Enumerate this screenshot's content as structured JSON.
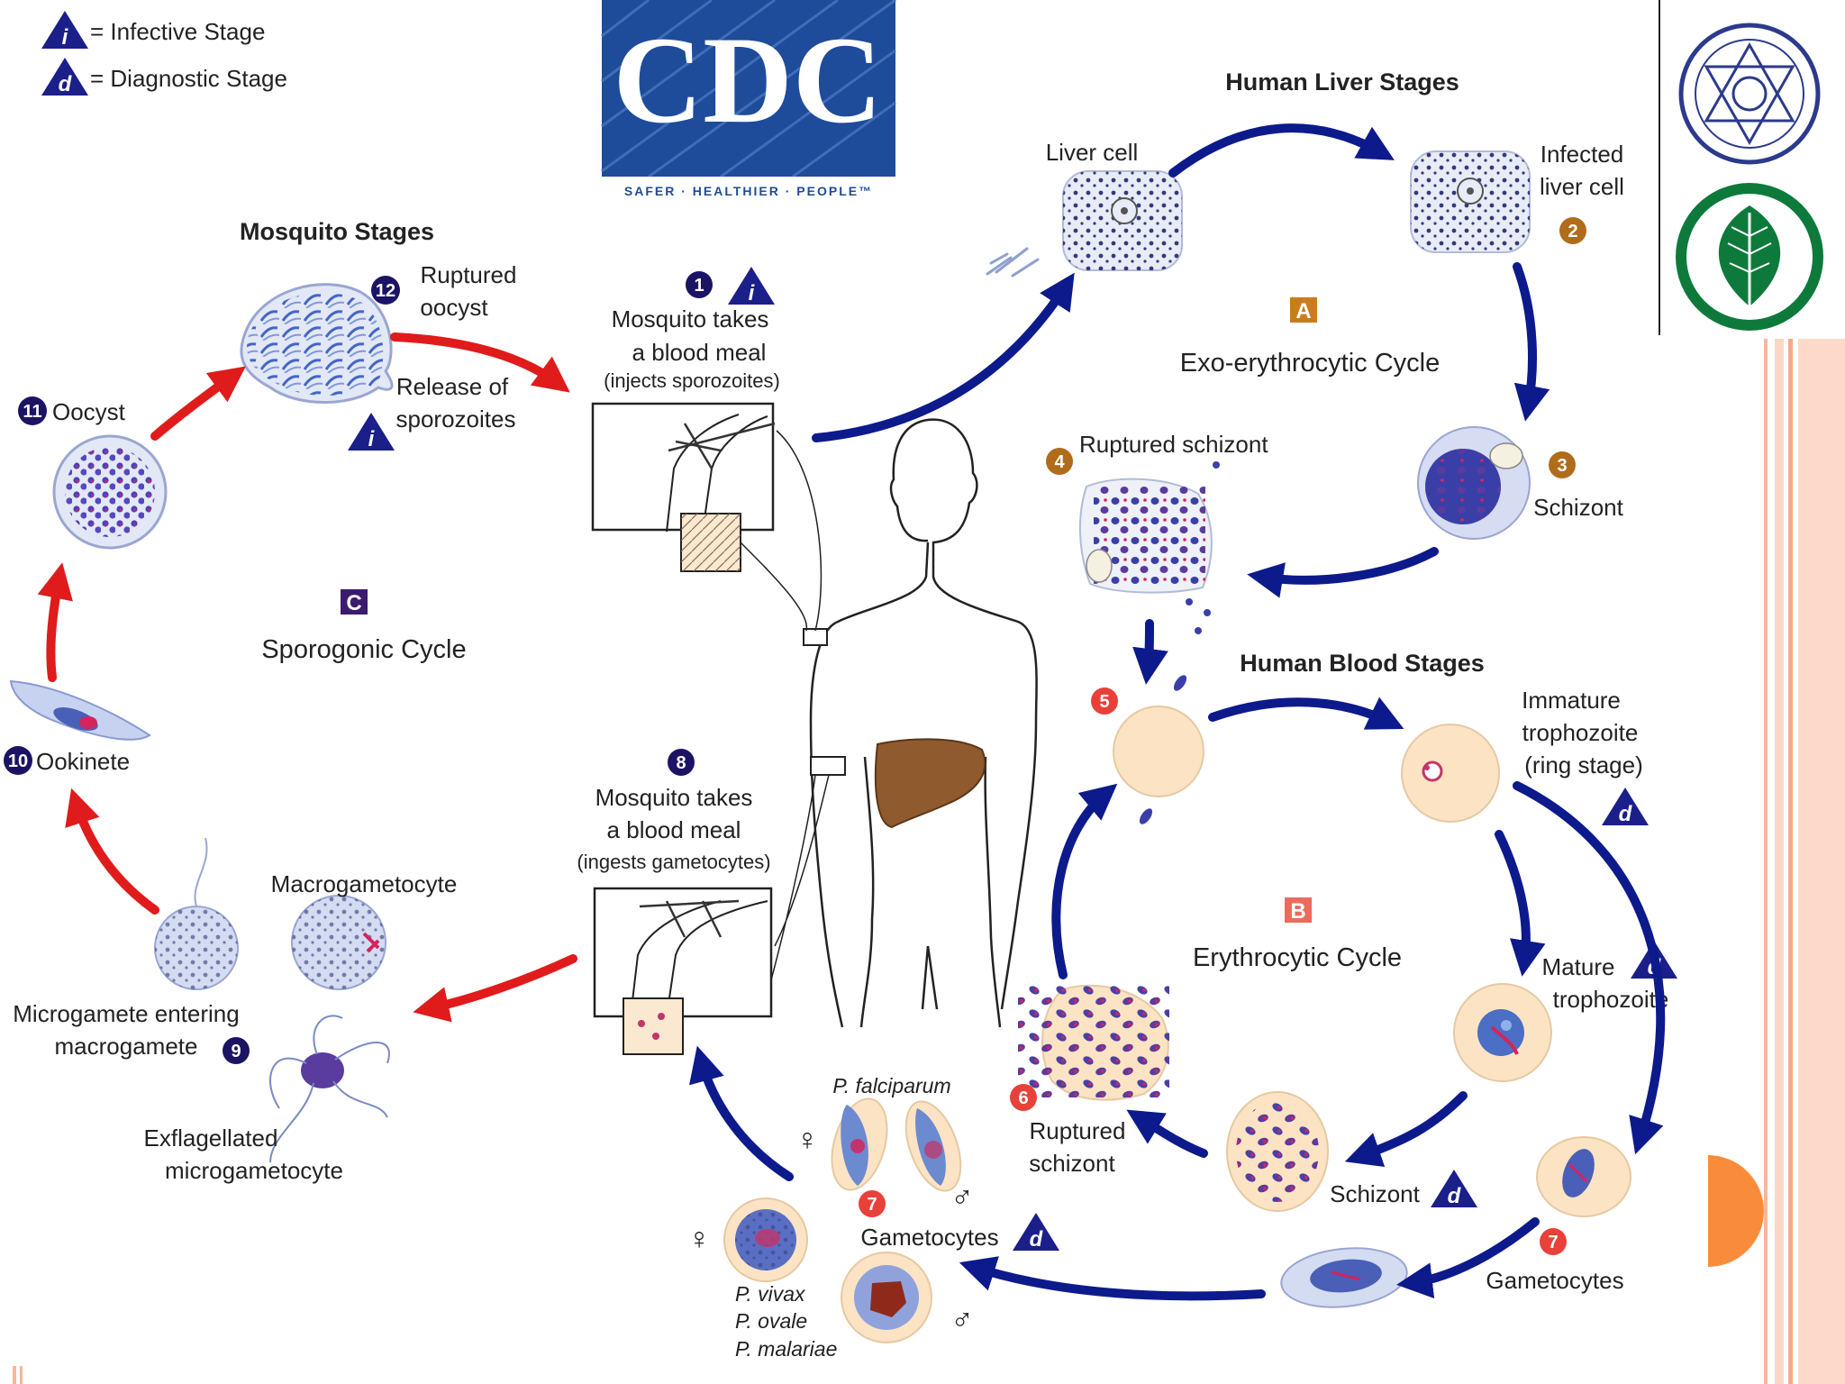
{
  "legend": {
    "infective_symbol": "i",
    "infective_label": "= Infective Stage",
    "diagnostic_symbol": "d",
    "diagnostic_label": "= Diagnostic Stage"
  },
  "logo": {
    "text": "CDC",
    "tagline": "SAFER · HEALTHIER · PEOPLE™"
  },
  "sections": {
    "liver": "Human Liver Stages",
    "mosquito": "Mosquito Stages",
    "blood": "Human Blood Stages"
  },
  "cycles": {
    "a_letter": "A",
    "a_name": "Exo-erythrocytic Cycle",
    "b_letter": "B",
    "b_name": "Erythrocytic Cycle",
    "c_letter": "C",
    "c_name": "Sporogonic Cycle"
  },
  "stages": {
    "s1_num": "1",
    "s1_line1": "Mosquito takes",
    "s1_line2": "a blood meal",
    "s1_line3": "(injects sporozoites)",
    "liver_cell": "Liver cell",
    "s2_num": "2",
    "s2_line1": "Infected",
    "s2_line2": "liver cell",
    "s3_num": "3",
    "s3_label": "Schizont",
    "s4_num": "4",
    "s4_label": "Ruptured schizont",
    "s5_num": "5",
    "ring_line1": "Immature",
    "ring_line2": "trophozoite",
    "ring_line3": "(ring stage)",
    "mature_line1": "Mature",
    "mature_line2": "trophozoite",
    "blood_schizont": "Schizont",
    "s6_num": "6",
    "s6_line1": "Ruptured",
    "s6_line2": "schizont",
    "s7_num": "7",
    "s7_label": "Gametocytes",
    "s7b_num": "7",
    "gam_label": "Gametocytes",
    "falciparum": "P. falciparum",
    "vivax": "P. vivax",
    "ovale": "P. ovale",
    "malariae": "P. malariae",
    "female": "♀",
    "male": "♂",
    "s8_num": "8",
    "s8_line1": "Mosquito takes",
    "s8_line2": "a blood meal",
    "s8_line3": "(ingests gametocytes)",
    "macro": "Macrogametocyte",
    "s9_num": "9",
    "s9_line1": "Microgamete entering",
    "s9_line2": "macrogamete",
    "exfl_line1": "Exflagellated",
    "exfl_line2": "microgametocyte",
    "s10_num": "10",
    "s10_label": "Ookinete",
    "s11_num": "11",
    "s11_label": "Oocyst",
    "s12_num": "12",
    "s12_line1": "Ruptured",
    "s12_line2": "oocyst",
    "release_line1": "Release of",
    "release_line2": "sporozoites"
  },
  "colors": {
    "human_arrow": "#0d1a8c",
    "mosquito_arrow": "#e01b1b",
    "stage_number": "#1b1464",
    "liver_number": "#b06c1a",
    "blood_number": "#e8413a",
    "cycle_box": "#3b1b6e",
    "rbc": "#fbe3c4",
    "accent_orange": "#f98c3b",
    "liver_organ": "#8f5a2e",
    "parasite_blue": "#3848b8"
  }
}
